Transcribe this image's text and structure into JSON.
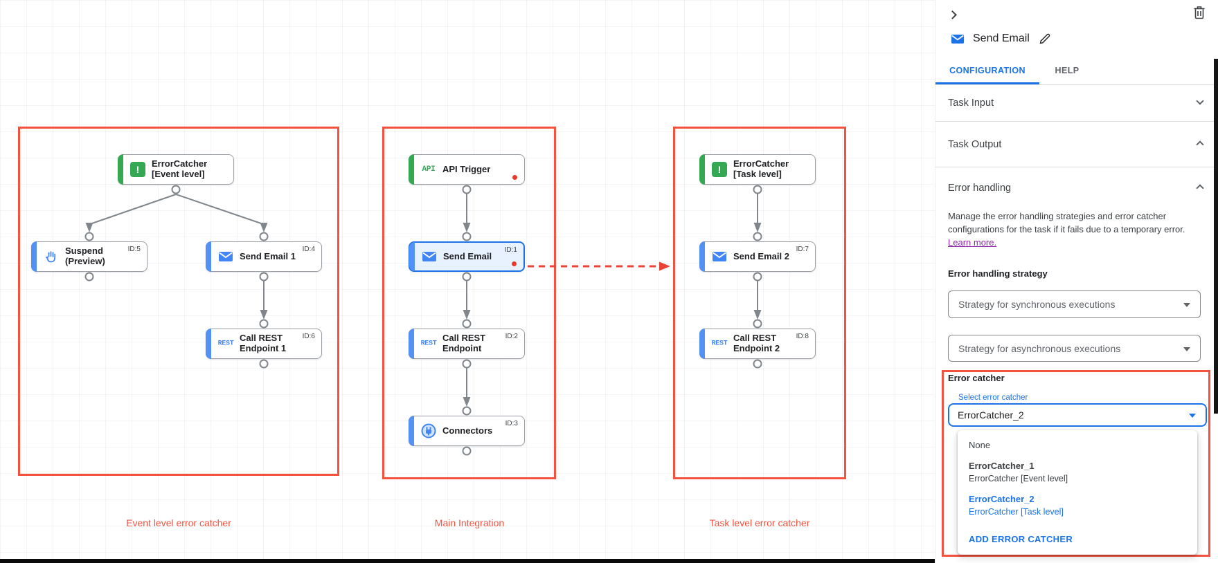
{
  "colors": {
    "accent_blue": "#1a73e8",
    "node_blue": "#4285f4",
    "green": "#34a853",
    "red": "#f4513f",
    "link_purple": "#8e24aa"
  },
  "canvas": {
    "groups": [
      {
        "label": "Event level error catcher"
      },
      {
        "label": "Main Integration"
      },
      {
        "label": "Task level error catcher"
      }
    ],
    "icon_text": {
      "api": "API",
      "rest": "REST",
      "error": "!"
    },
    "nodes": {
      "ec_event": {
        "label": "ErrorCatcher\n[Event level]",
        "id": ""
      },
      "suspend": {
        "label": "Suspend\n(Preview)",
        "id": "ID:5"
      },
      "send_email_1": {
        "label": "Send Email 1",
        "id": "ID:4"
      },
      "call_rest_1": {
        "label": "Call REST\nEndpoint 1",
        "id": "ID:6"
      },
      "api_trigger": {
        "label": "API Trigger",
        "id": ""
      },
      "send_email": {
        "label": "Send Email",
        "id": "ID:1"
      },
      "call_rest": {
        "label": "Call REST\nEndpoint",
        "id": "ID:2"
      },
      "connectors": {
        "label": "Connectors",
        "id": "ID:3"
      },
      "ec_task": {
        "label": "ErrorCatcher\n[Task level]",
        "id": ""
      },
      "send_email_2": {
        "label": "Send Email 2",
        "id": "ID:7"
      },
      "call_rest_2": {
        "label": "Call REST\nEndpoint 2",
        "id": "ID:8"
      }
    }
  },
  "panel": {
    "title": "Send Email",
    "tabs": {
      "configuration": "CONFIGURATION",
      "help": "HELP"
    },
    "sections": {
      "task_input": "Task Input",
      "task_output": "Task Output",
      "error_handling": "Error handling"
    },
    "error_handling": {
      "description": "Manage the error handling strategies and error catcher configurations for the task if it fails due to a temporary error.",
      "learn_more": "Learn more.",
      "strategy_label": "Error handling strategy",
      "sync_placeholder": "Strategy for synchronous executions",
      "async_placeholder": "Strategy for asynchronous executions",
      "error_catcher_label": "Error catcher",
      "select_label": "Select error catcher",
      "select_value": "ErrorCatcher_2",
      "menu": {
        "none_label": "None",
        "options": [
          {
            "name": "ErrorCatcher_1",
            "desc": "ErrorCatcher [Event level]"
          },
          {
            "name": "ErrorCatcher_2",
            "desc": "ErrorCatcher [Task level]"
          }
        ],
        "add_label": "ADD ERROR CATCHER"
      }
    }
  }
}
